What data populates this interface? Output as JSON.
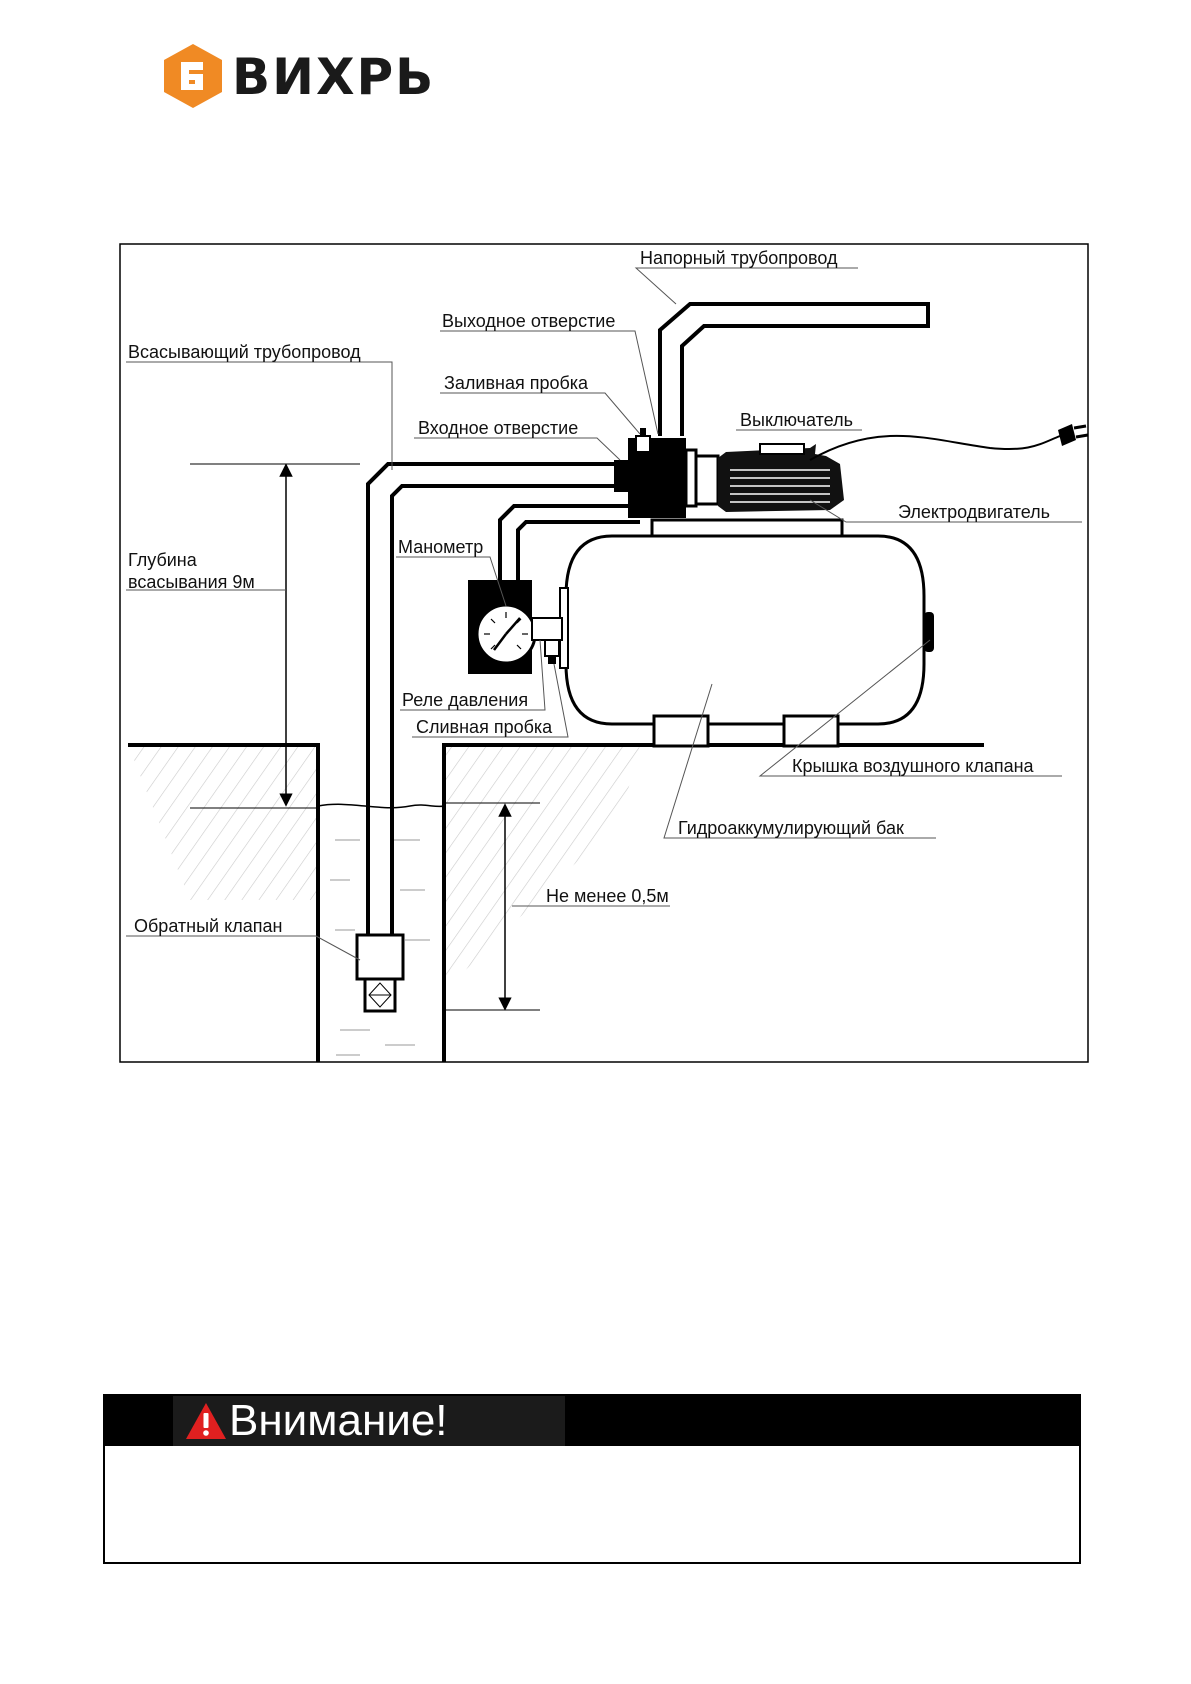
{
  "brand": {
    "name": "ВИХРЬ",
    "color": "#f08a24"
  },
  "diagram": {
    "labels": {
      "pressure_pipe": "Напорный трубопровод",
      "outlet": "Выходное отверстие",
      "suction_pipe": "Всасывающий трубопровод",
      "filler_plug": "Заливная пробка",
      "inlet": "Входное отверстие",
      "switch": "Выключатель",
      "motor": "Электродвигатель",
      "suction_depth": "Глубина\nвсасывания 9м",
      "manometer": "Манометр",
      "pressure_relay": "Реле давления",
      "drain_plug": "Сливная пробка",
      "air_valve_cap": "Крышка воздушного клапана",
      "tank": "Гидроаккумулирующий бак",
      "min_depth": "Не менее 0,5м",
      "check_valve": "Обратный клапан"
    }
  },
  "warning": {
    "title": "Внимание!",
    "icon": "warning-triangle-icon",
    "accent": "#e02020",
    "body": ""
  }
}
